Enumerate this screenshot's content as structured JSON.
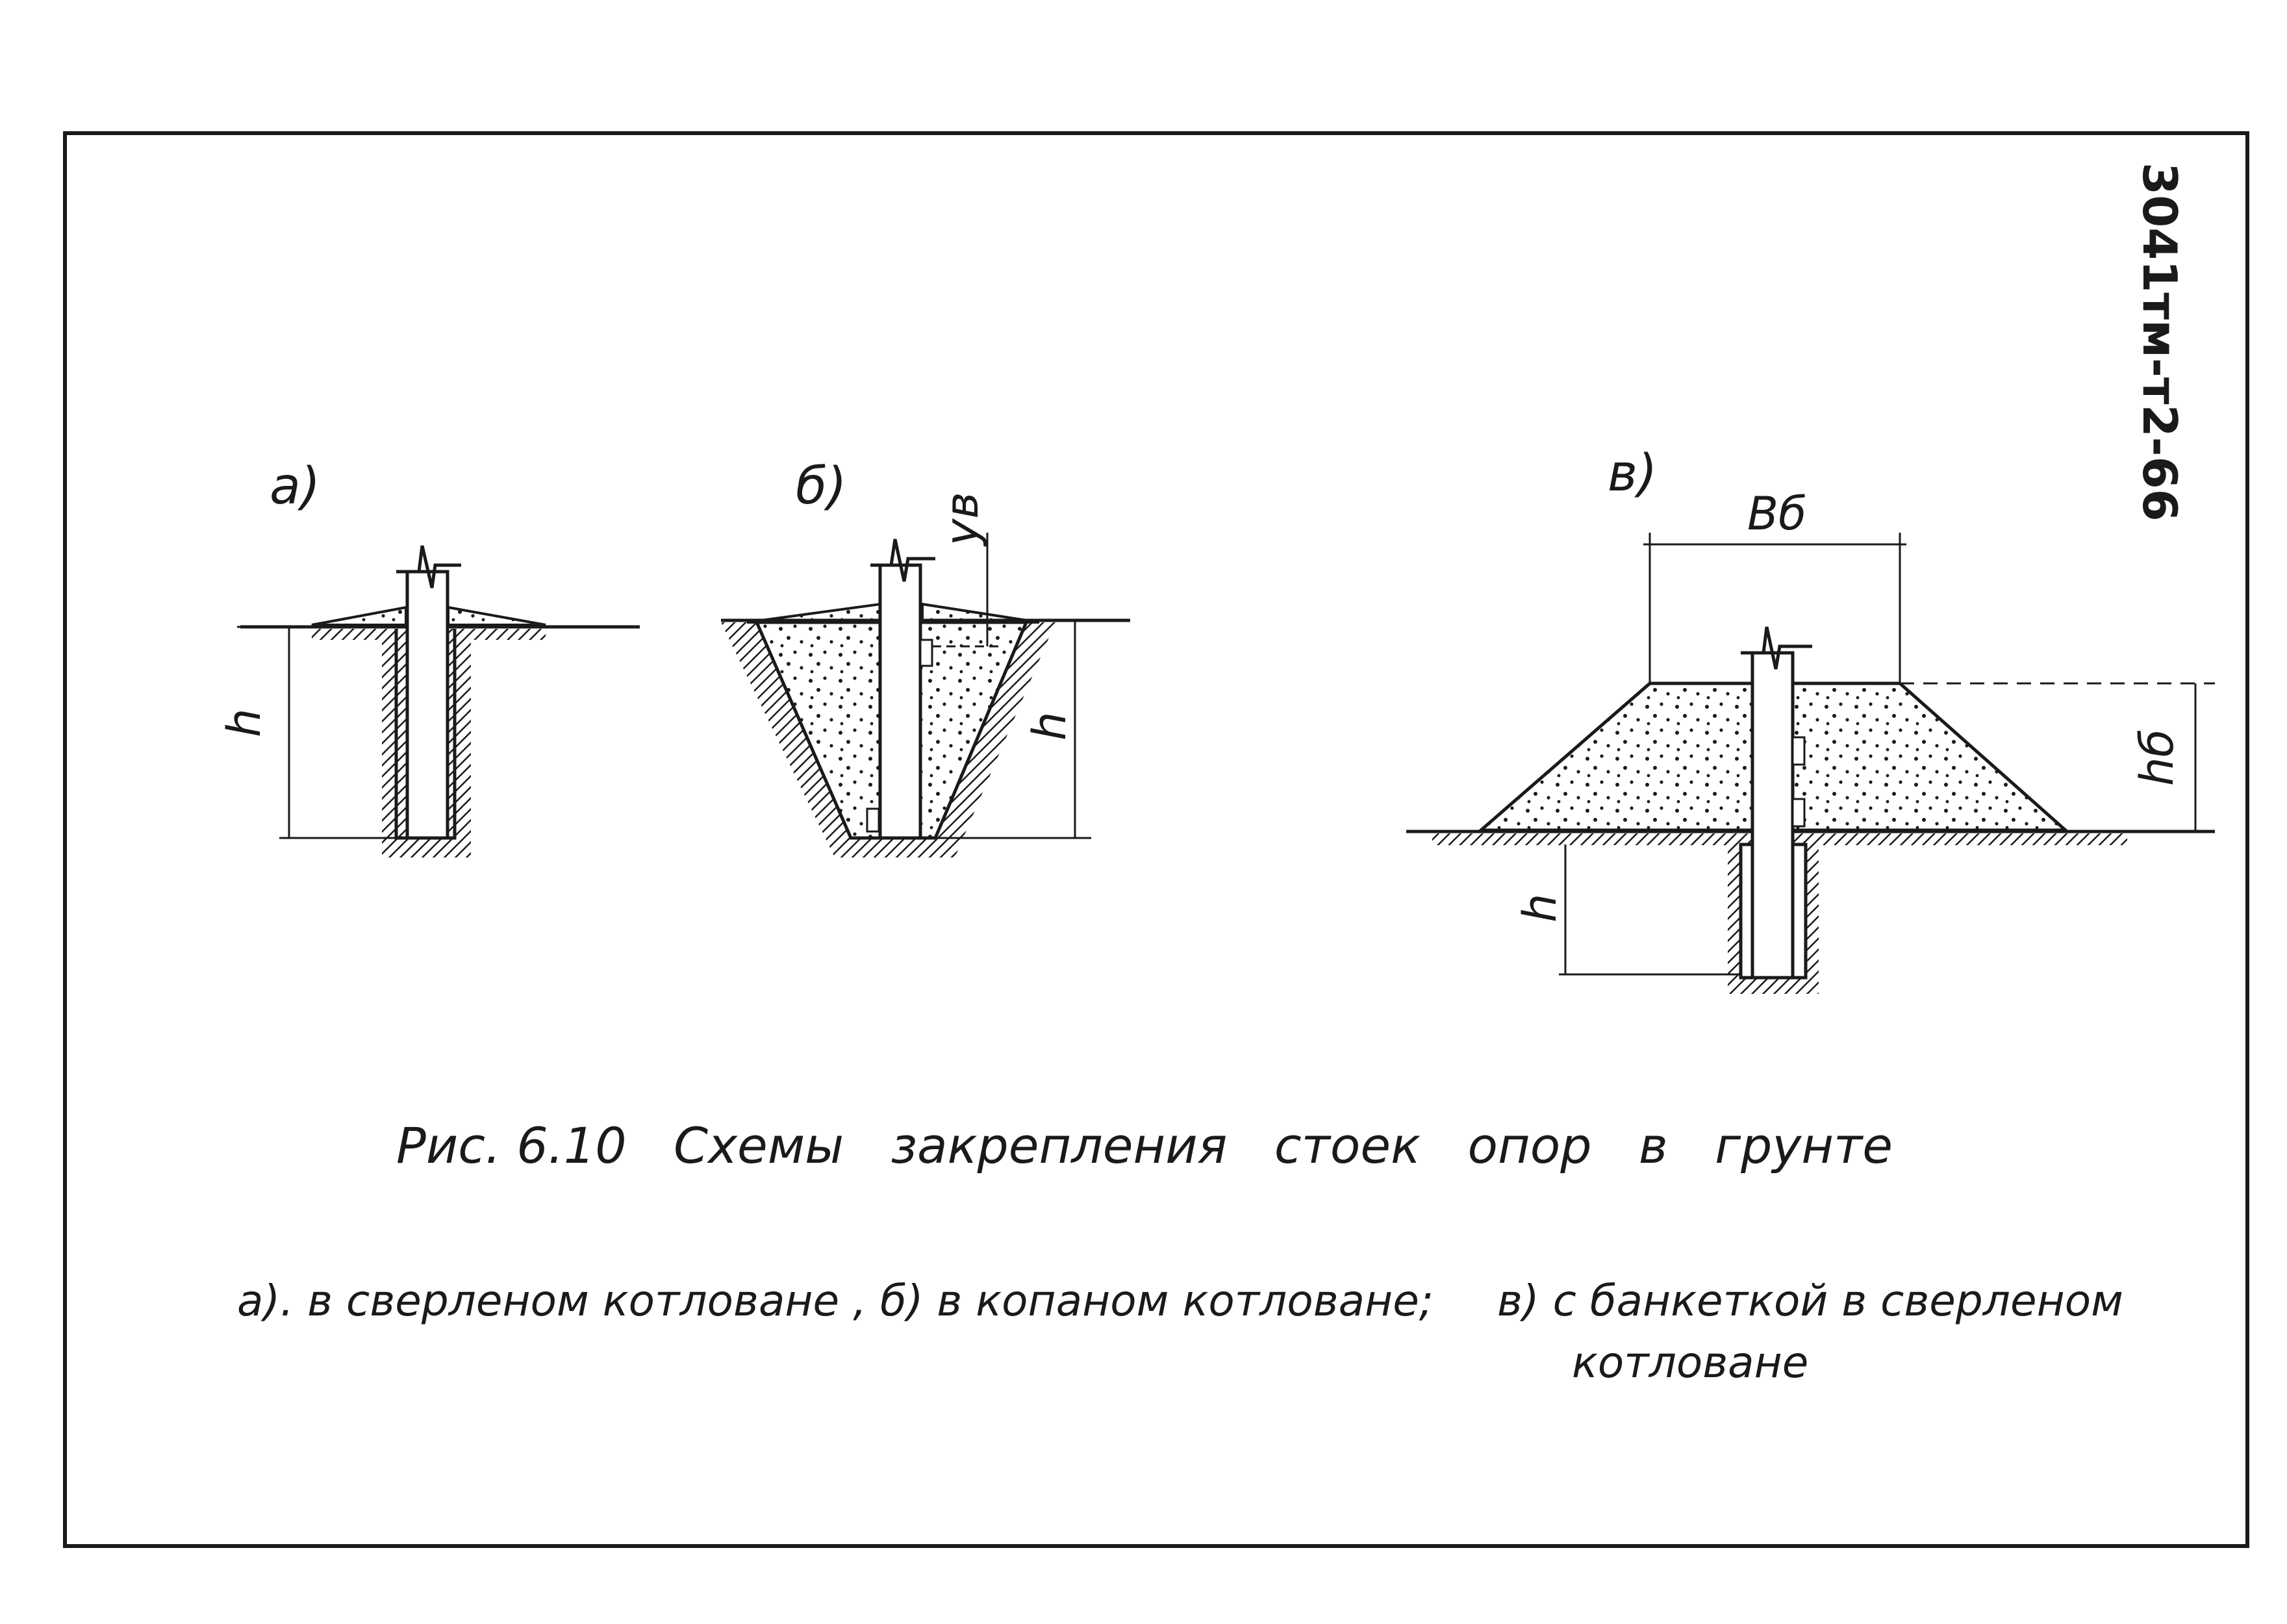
{
  "drawing": {
    "code": "3041тм-т2-66",
    "labels": {
      "a": "а)",
      "b": "б)",
      "c": "в)"
    },
    "dims": {
      "h": "h",
      "yv": "yв",
      "bb": "Вб",
      "hb": "hб"
    },
    "caption": "Рис. 6.10   Схемы   закрепления   стоек   опор   в   грунте",
    "notes": {
      "a": "а). в сверленом котловане ,",
      "b": "б) в копаном котловане;",
      "c1": "в) с банкеткой в сверленом",
      "c2": "котловане"
    }
  },
  "colors": {
    "ink": "#1a1a1a",
    "paper": "#ffffff"
  }
}
